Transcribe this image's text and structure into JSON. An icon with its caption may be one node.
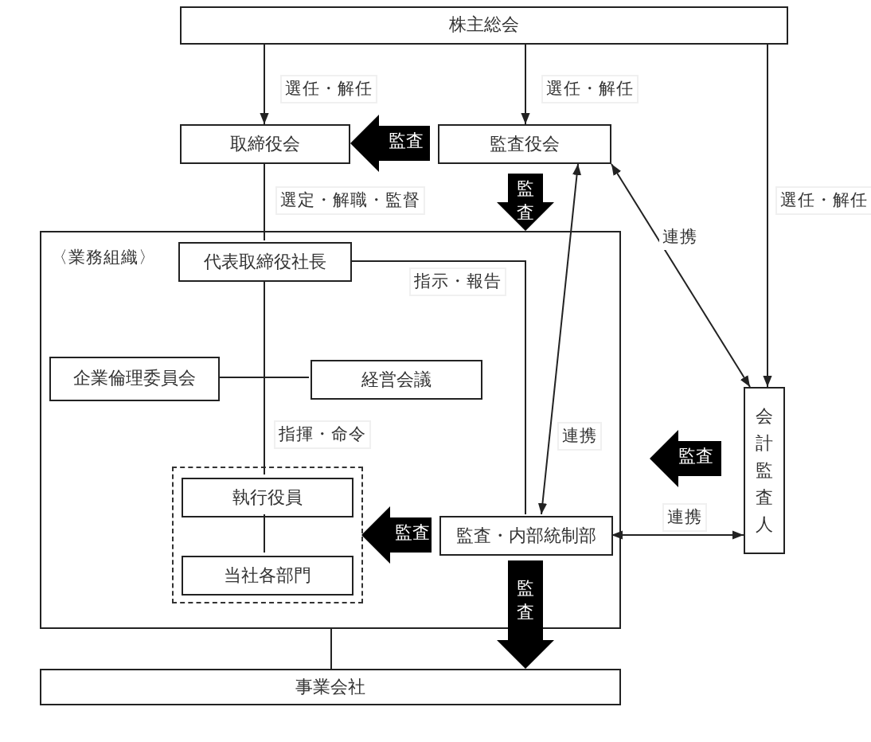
{
  "diagram": {
    "nodes": [
      {
        "text": [
          "株主総会"
        ]
      },
      {
        "text": [
          "取締役会"
        ]
      },
      {
        "text": [
          "監査役会"
        ]
      },
      {
        "text": [
          "〈業務組織〉"
        ]
      },
      {
        "text": [
          "代表取締役社長"
        ],
        "in": 3
      },
      {
        "text": [
          "企業倫理委員会"
        ],
        "in": 3
      },
      {
        "text": [
          "経営会議"
        ],
        "in": 3
      },
      {
        "text": [],
        "shape": "box",
        "in": 3
      },
      {
        "text": [
          "執行役員"
        ],
        "in": 7
      },
      {
        "text": [
          "当社各部門"
        ],
        "in": 7
      },
      {
        "text": [
          "監査・内部統制部"
        ],
        "in": 3
      },
      {
        "text": [
          "会計監査人"
        ]
      },
      {
        "text": [
          "事業会社"
        ]
      }
    ],
    "edges": [
      {
        "from": 0,
        "to": 1,
        "arrow": "to",
        "label": "選任・解任"
      },
      {
        "from": 0,
        "to": 2,
        "arrow": "to",
        "label": "選任・解任"
      },
      {
        "from": 0,
        "to": 11,
        "arrow": "to",
        "label": "選任・解任"
      },
      {
        "from": 1,
        "to": 4,
        "arrow": "none",
        "label": "選定・解職・監督"
      },
      {
        "from": 4,
        "to": 10,
        "arrow": "none",
        "label": "指示・報告"
      },
      {
        "from": 5,
        "to": 6,
        "arrow": "none"
      },
      {
        "from": 4,
        "to": 8,
        "arrow": "none",
        "label": "指揮・命令"
      },
      {
        "from": 8,
        "to": 9,
        "arrow": "none"
      },
      {
        "from": 2,
        "to": 11,
        "arrow": "both",
        "label": "連携"
      },
      {
        "from": 2,
        "to": 10,
        "arrow": "both",
        "label": "連携"
      },
      {
        "from": 10,
        "to": 11,
        "arrow": "both",
        "label": "連携"
      },
      {
        "from": 3,
        "to": 12,
        "arrow": "none"
      },
      {
        "from": 2,
        "to": 1,
        "arrow": "to",
        "label": "監査",
        "style": "thick"
      },
      {
        "from": 2,
        "to": 3,
        "arrow": "to",
        "label": "監査",
        "style": "thick"
      },
      {
        "from": 11,
        "to": null,
        "arrow": "to",
        "label": "監査",
        "style": "thick"
      },
      {
        "from": 10,
        "to": 7,
        "arrow": "to",
        "label": "監査",
        "style": "thick"
      },
      {
        "from": 10,
        "to": 12,
        "arrow": "to",
        "label": "監査",
        "style": "thick"
      }
    ]
  }
}
